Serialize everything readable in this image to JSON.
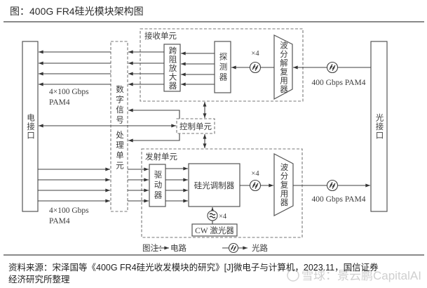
{
  "figure": {
    "title": "图：400G FR4硅光模块架构图"
  },
  "diagram": {
    "electrical_interface": "电接口",
    "dsp": {
      "line1": "数字信号",
      "line2": "处理单元"
    },
    "receiver": {
      "title": "接收单元",
      "tia": "跨阻放大器",
      "detector": "探测器",
      "demux": "波分解复用器",
      "multiplier": "×4",
      "input_label": "400 Gbps PAM4"
    },
    "control_unit": "控制单元",
    "transmitter": {
      "title": "发射单元",
      "driver": "驱动器",
      "modulator": "硅光调制器",
      "mux": "波分复用器",
      "multiplier": "×4",
      "laser": "CW 激光器",
      "laser_multiplier": "×4",
      "output_label": "400 Gbps PAM4"
    },
    "optical_interface": "光接口",
    "electrical_labels": {
      "rx": {
        "line1": "4×100 Gbps",
        "line2": "PAM4"
      },
      "tx": {
        "line1": "4×100 Gbps",
        "line2": "PAM4"
      }
    },
    "legend": {
      "prefix": "图注：",
      "electrical": "电路",
      "optical": "光路"
    }
  },
  "source": {
    "line1": "资料来源：宋泽国等《400G FR4硅光收发模块的研究》[J]微电子与计算机，2023.11，国信证券",
    "line2": "经济研究所整理"
  },
  "watermark": "雪球：景云鹏CapitalAI",
  "colors": {
    "text": "#2b2b2b",
    "line": "#3f3f3f",
    "rule": "#8a8a8a",
    "watermark": "#cfcfcf"
  }
}
